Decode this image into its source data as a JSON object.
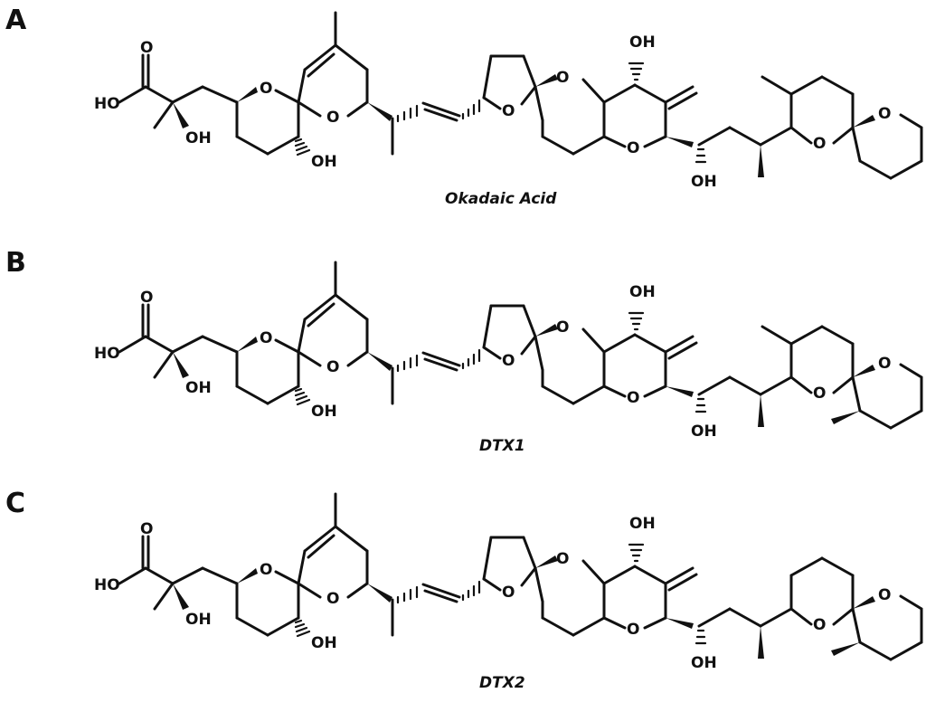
{
  "panels": [
    {
      "letter": "A",
      "caption": "Okadaic Acid",
      "c35_methyl": false,
      "c31_methyl": true,
      "c35_methyl_position": "none",
      "atoms": {
        "o_carbonyl": "O",
        "ho_acid": "HO",
        "oh_c2": "OH",
        "o_ringA": "O",
        "o_ringB": "O",
        "oh_c7": "OH",
        "o_thf": "O",
        "o_ringD": "O",
        "oh_c24": "OH",
        "o_ringE": "O",
        "oh_c27": "OH",
        "o_ringF": "O",
        "o_ringG": "O"
      }
    },
    {
      "letter": "B",
      "caption": "DTX1",
      "c35_methyl": true,
      "c31_methyl": true,
      "c35_methyl_position": "down",
      "atoms": {
        "o_carbonyl": "O",
        "ho_acid": "HO",
        "oh_c2": "OH",
        "o_ringA": "O",
        "o_ringB": "O",
        "oh_c7": "OH",
        "o_thf": "O",
        "o_ringD": "O",
        "oh_c24": "OH",
        "o_ringE": "O",
        "oh_c27": "OH",
        "o_ringF": "O",
        "o_ringG": "O"
      }
    },
    {
      "letter": "C",
      "caption": "DTX2",
      "c35_methyl": true,
      "c31_methyl": false,
      "c35_methyl_position": "down",
      "atoms": {
        "o_carbonyl": "O",
        "ho_acid": "HO",
        "oh_c2": "OH",
        "o_ringA": "O",
        "o_ringB": "O",
        "oh_c7": "OH",
        "o_thf": "O",
        "o_ringD": "O",
        "oh_c24": "OH",
        "o_ringE": "O",
        "oh_c27": "OH",
        "o_ringF": "O",
        "o_ringG": "O"
      }
    }
  ],
  "colors": {
    "ink": "#111111",
    "background": "#ffffff"
  }
}
